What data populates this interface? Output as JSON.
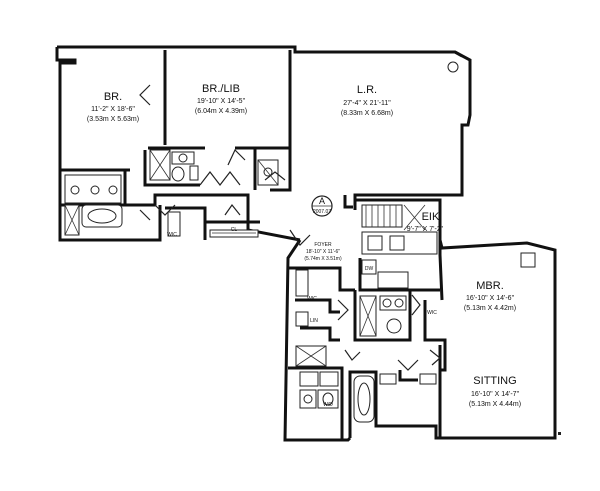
{
  "rooms": {
    "br": {
      "name": "BR.",
      "dim_imperial": "11'-2\" X 18'-6\"",
      "dim_metric": "(3.53m X 5.63m)"
    },
    "br_lib": {
      "name": "BR./LIB",
      "dim_imperial": "19'-10\" X 14'-5\"",
      "dim_metric": "(6.04m X 4.39m)"
    },
    "lr": {
      "name": "L.R.",
      "dim_imperial": "27'-4\" X 21'-11\"",
      "dim_metric": "(8.33m X 6.68m)"
    },
    "eik": {
      "name": "EIK.",
      "dim_imperial": "9'-7\" X 7'-2\""
    },
    "mbr": {
      "name": "MBR.",
      "dim_imperial": "16'-10\" X 14'-6\"",
      "dim_metric": "(5.13m X 4.42m)"
    },
    "sitting": {
      "name": "SITTING",
      "dim_imperial": "16'-10\" X 14'-7\"",
      "dim_metric": "(5.13m X 4.44m)"
    },
    "foyer": {
      "name": "FOYER",
      "dim_imperial": "18'-10\" X 11'-6\"",
      "dim_metric": "(5.74m X 3.51m)"
    }
  },
  "labels": {
    "wic_1": "WIC",
    "cl": "CL",
    "wic_2": "WIC",
    "lin": "LIN",
    "dw": "DW",
    "wic_3": "WIC",
    "wd": "W/D"
  },
  "unit_marker": {
    "letter": "A",
    "code": "2007.07"
  }
}
